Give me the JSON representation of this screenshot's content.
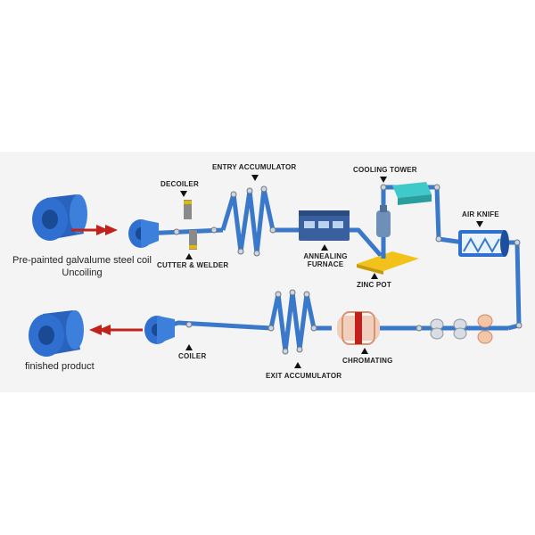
{
  "labels": {
    "decoiler": "DECOILER",
    "entry_accumulator": "ENTRY ACCUMULATOR",
    "cooling_tower": "COOLING TOWER",
    "air_knife": "AIR KNIFE",
    "cutter_welder": "CUTTER & WELDER",
    "annealing_furnace_1": "ANNEALING",
    "annealing_furnace_2": "FURNACE",
    "zinc_pot": "ZINC POT",
    "coiler": "COILER",
    "chromating": "CHROMATING",
    "exit_accumulator": "EXIT ACCUMULATOR",
    "input_coil_1": "Pre-painted galvalume steel coil",
    "input_coil_2": "Uncoiling",
    "finished_product": "finished product"
  },
  "colors": {
    "strip": "#3a78c9",
    "coil": "#2f6fcf",
    "coil_dark": "#1d4f9e",
    "arrow": "#c0221b",
    "accent_teal": "#3fc9c9",
    "zinc_pot": "#f2c21b",
    "chromating": "#e89a7a"
  }
}
